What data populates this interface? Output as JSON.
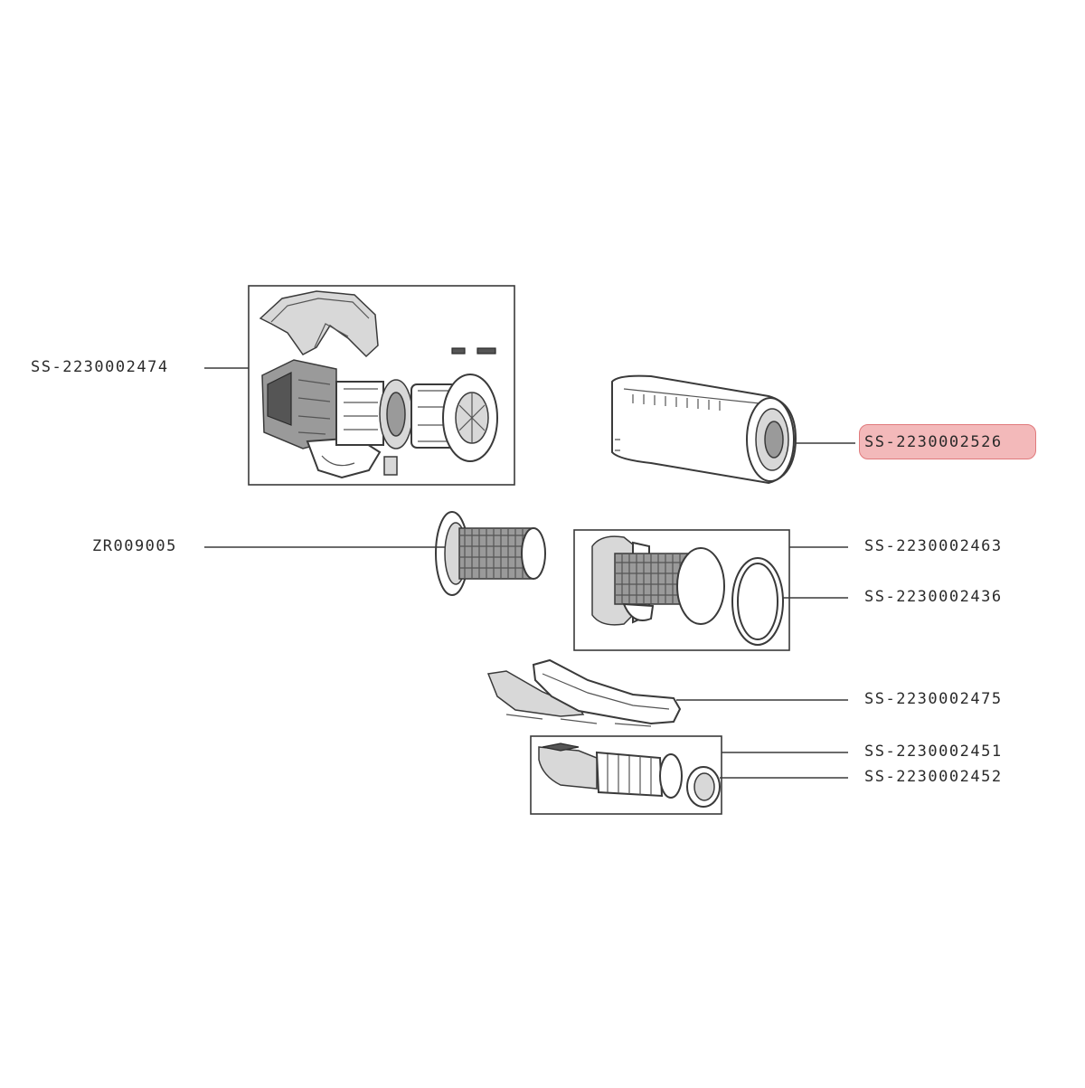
{
  "colors": {
    "line": "#3a3a3a",
    "text": "#2a2a2a",
    "highlight_fill": "#f3b9ba",
    "highlight_border": "#e07a7c"
  },
  "parts": [
    {
      "id": "part-motor-unit",
      "code": "SS-2230002474"
    },
    {
      "id": "part-dust-container",
      "code": "SS-2230002526",
      "highlighted": true
    },
    {
      "id": "part-cyclone-filter",
      "code": "ZR009005"
    },
    {
      "id": "part-filter-assembly",
      "code": "SS-2230002463"
    },
    {
      "id": "part-filter-seal",
      "code": "SS-2230002436"
    },
    {
      "id": "part-handle-cover",
      "code": "SS-2230002475"
    },
    {
      "id": "part-nozzle-tube",
      "code": "SS-2230002451"
    },
    {
      "id": "part-nozzle-ring",
      "code": "SS-2230002452"
    }
  ]
}
